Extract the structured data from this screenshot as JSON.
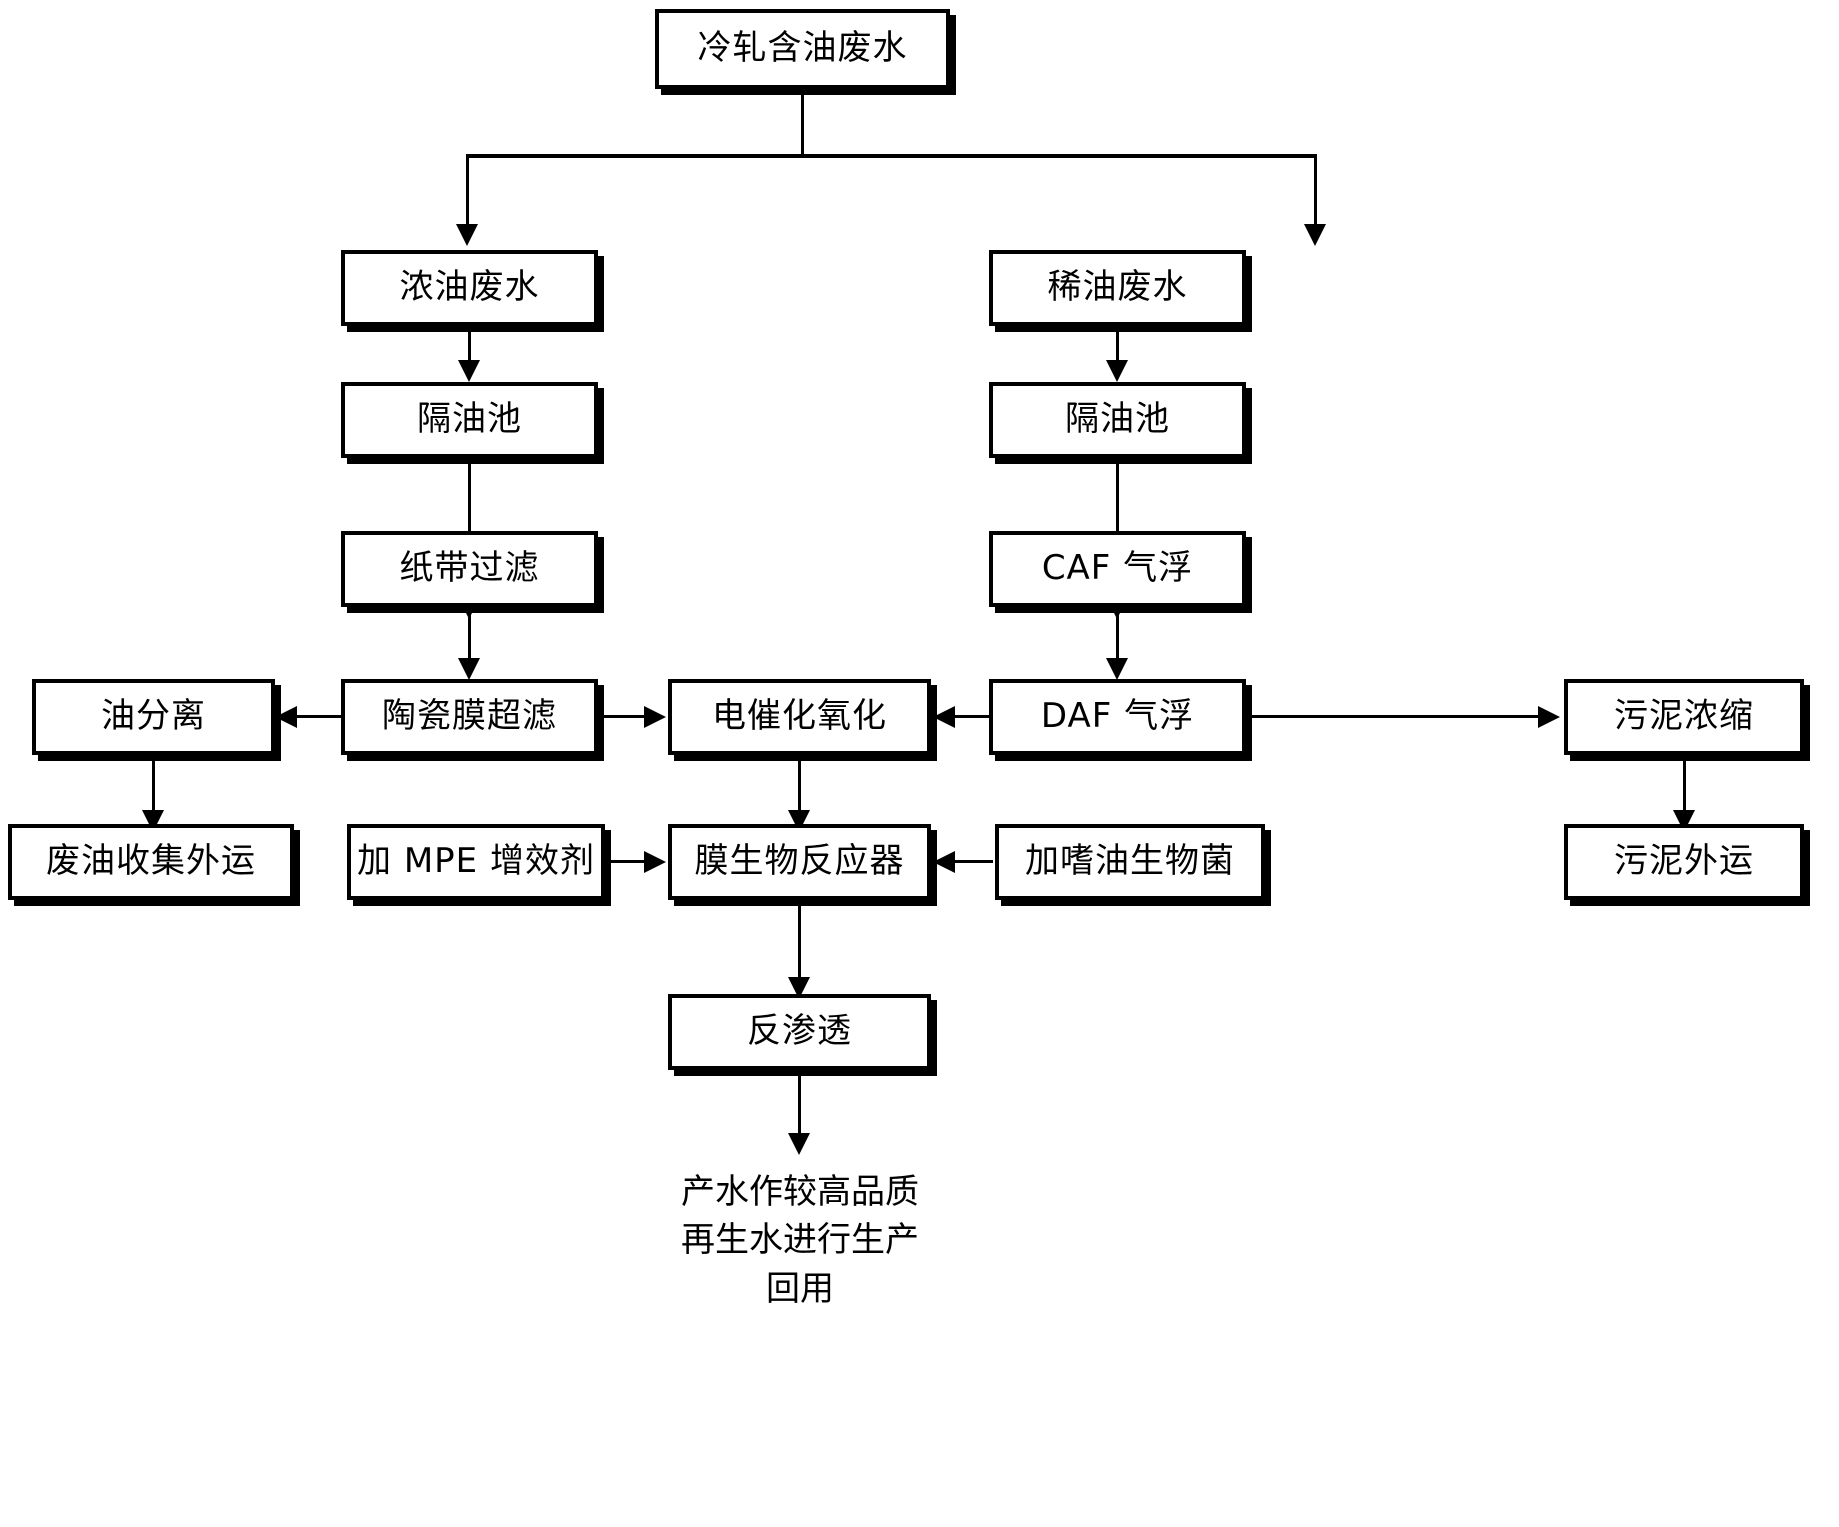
{
  "diagram": {
    "title_text_present": false,
    "nodes": {
      "source": "冷轧含油废水",
      "thick_oil": "浓油废水",
      "thin_oil": "稀油废水",
      "oil_sep_tank_left": "隔油池",
      "oil_sep_tank_right": "隔油池",
      "paper_belt_filter": "纸带过滤",
      "caf_flotation": "CAF 气浮",
      "ceramic_membrane_uf": "陶瓷膜超滤",
      "daf_flotation": "DAF 气浮",
      "oil_separation": "油分离",
      "electro_catalytic_oxidation": "电催化氧化",
      "sludge_thickening": "污泥浓缩",
      "waste_oil_collection": "废油收集外运",
      "add_mpe_enhancer": "加 MPE 增效剂",
      "membrane_bioreactor": "膜生物反应器",
      "add_oleophilic_bacteria": "加嗜油生物菌",
      "sludge_transport": "污泥外运",
      "reverse_osmosis": "反渗透"
    },
    "final_caption": "产水作较高品质\n再生水进行生产\n回用",
    "colors": {
      "stroke": "#000000",
      "fill": "#ffffff",
      "text": "#000000"
    }
  }
}
